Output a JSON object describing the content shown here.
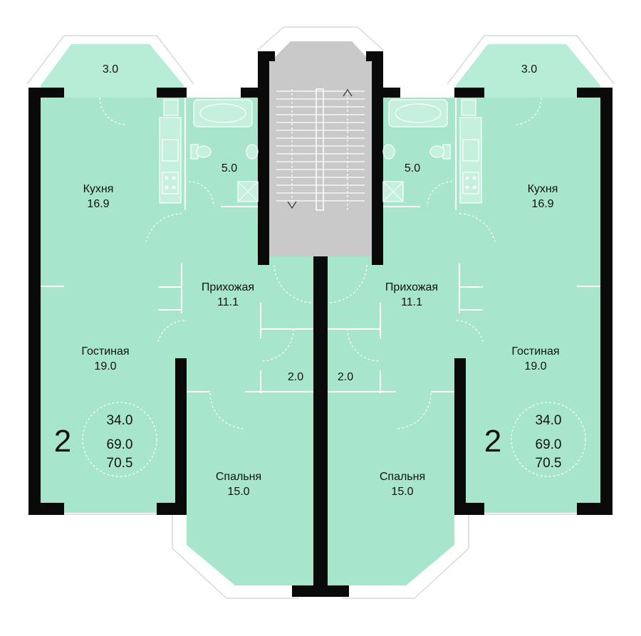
{
  "apartments": [
    {
      "rooms": [
        {
          "name": "Кухня",
          "area": "16.9"
        },
        {
          "name": "Гостиная",
          "area": "19.0"
        },
        {
          "name": "Прихожая",
          "area": "11.1"
        },
        {
          "name": "Спальня",
          "area": "15.0"
        }
      ],
      "balcony_area": "3.0",
      "bathroom_area": "5.0",
      "storage_area": "2.0",
      "summary": {
        "rooms": "2",
        "living_area": "34.0",
        "total_area": "69.0",
        "total_with_balcony": "70.5"
      }
    },
    {
      "rooms": [
        {
          "name": "Кухня",
          "area": "16.9"
        },
        {
          "name": "Гостиная",
          "area": "19.0"
        },
        {
          "name": "Прихожая",
          "area": "11.1"
        },
        {
          "name": "Спальня",
          "area": "15.0"
        }
      ],
      "balcony_area": "3.0",
      "bathroom_area": "5.0",
      "storage_area": "2.0",
      "summary": {
        "rooms": "2",
        "living_area": "34.0",
        "total_area": "69.0",
        "total_with_balcony": "70.5"
      }
    }
  ],
  "colors": {
    "room": "#a8e6cc",
    "wall": "#0a0a0a",
    "stair": "#c9c9c9"
  },
  "icon_names": [
    "bathtub-icon",
    "toilet-icon",
    "sink-icon",
    "stove-icon",
    "stairs-icon"
  ]
}
